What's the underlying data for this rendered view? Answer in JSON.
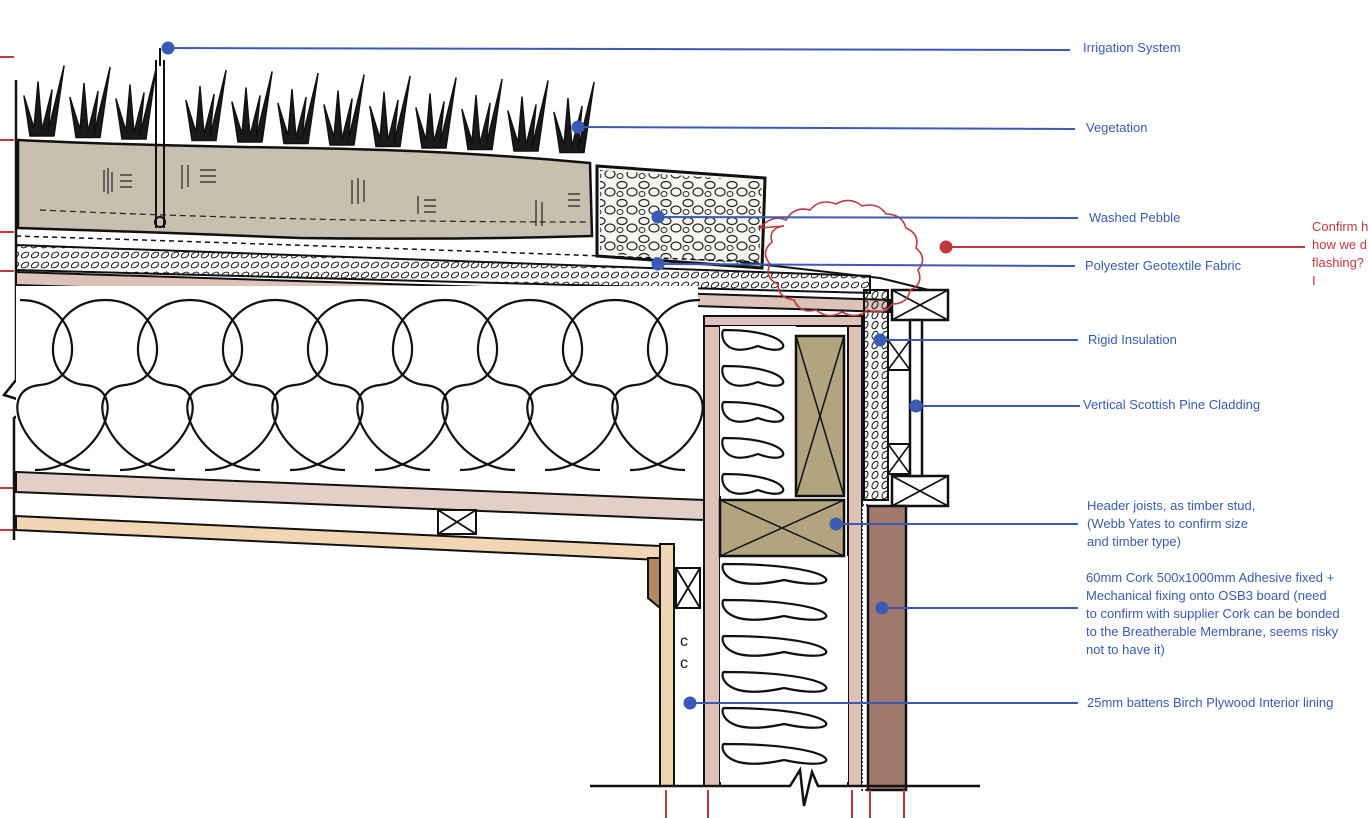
{
  "accent_blue": "#3a5bb5",
  "markup_red": "#c0393f",
  "labels": [
    {
      "id": "irrigation",
      "text": "Irrigation System"
    },
    {
      "id": "vegetation",
      "text": "Vegetation"
    },
    {
      "id": "pebble",
      "text": "Washed Pebble"
    },
    {
      "id": "geotextile",
      "text": "Polyester Geotextile Fabric"
    },
    {
      "id": "rigid",
      "text": "Rigid Insulation"
    },
    {
      "id": "cladding",
      "text": "Vertical Scottish Pine Cladding"
    },
    {
      "id": "header",
      "text": "Header joists, as timber stud,\n(Webb Yates to confirm size\nand timber type)"
    },
    {
      "id": "cork",
      "text": "60mm Cork 500x1000mm Adhesive fixed +\nMechanical fixing onto OSB3 board (need\nto confirm with supplier Cork can be bonded\nto the Breatherable Membrane, seems risky\nnot to have it)"
    },
    {
      "id": "battens",
      "text": "25mm battens Birch Plywood Interior lining"
    }
  ],
  "markup_note": "Confirm h\nhow we d\nflashing? I"
}
